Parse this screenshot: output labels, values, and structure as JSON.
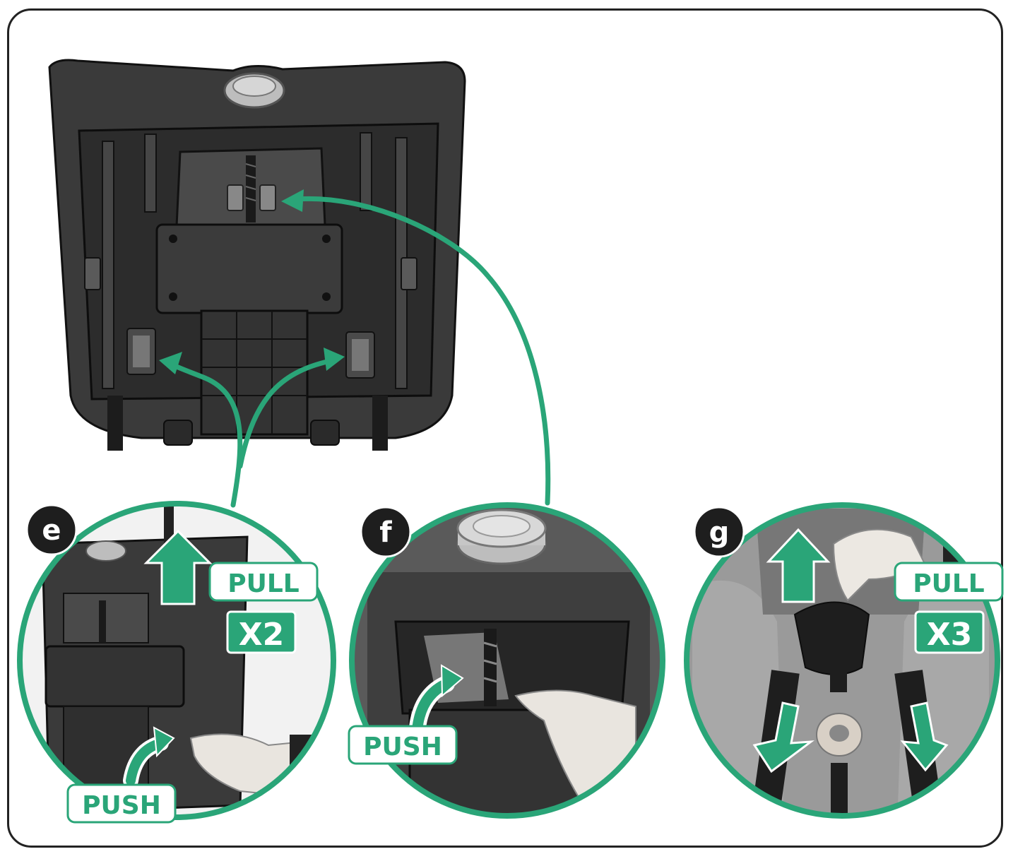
{
  "colors": {
    "accent": "#2aa578",
    "dark": "#1e1e1e",
    "frame": "#222222"
  },
  "steps": [
    {
      "letter": "e",
      "pull_label": "PULL",
      "count_label": "X2",
      "push_label": "PUSH"
    },
    {
      "letter": "f",
      "push_label": "PUSH"
    },
    {
      "letter": "g",
      "pull_label": "PULL",
      "count_label": "X3"
    }
  ]
}
